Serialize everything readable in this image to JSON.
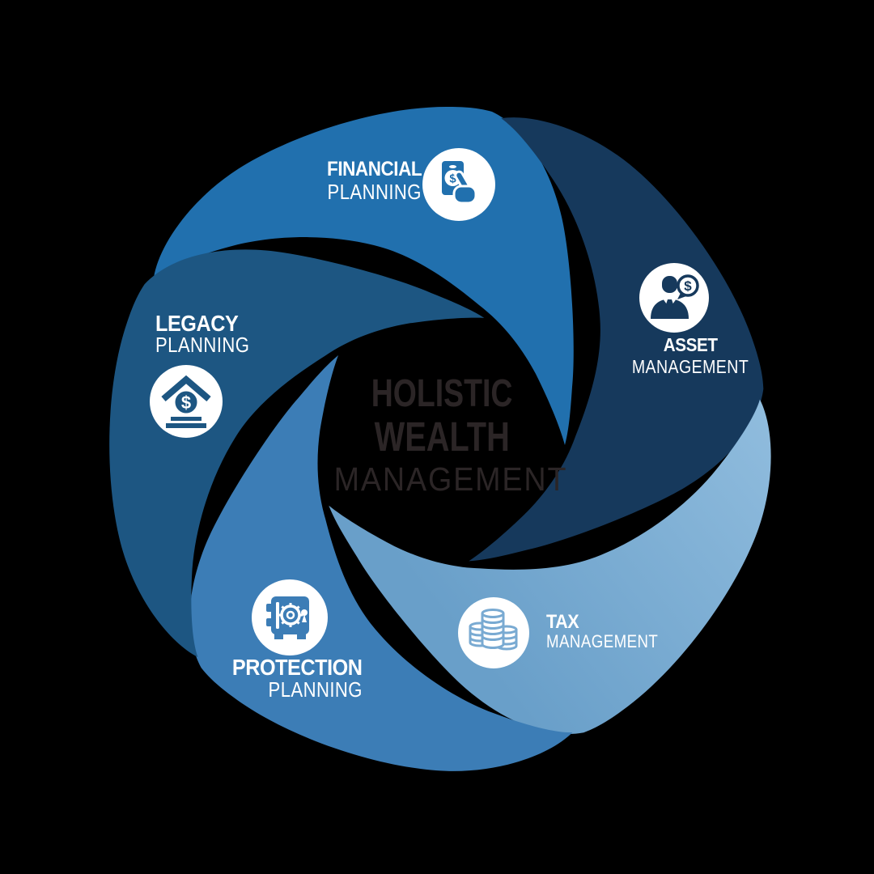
{
  "background_color": "#000000",
  "center_title": {
    "line1": "HOLISTIC",
    "line2": "WEALTH",
    "line3": "MANAGEMENT",
    "text_color": "#2b2526"
  },
  "currency_symbol": "$",
  "label_color": "#ffffff",
  "segments": [
    {
      "id": "financial-planning",
      "label_bold": "FINANCIAL",
      "label_light": "PLANNING",
      "color": "#2170ae",
      "icon": "money-in-hand-icon",
      "icon_bg": "#ffffff"
    },
    {
      "id": "asset-management",
      "label_bold": "ASSET",
      "label_light": "MANAGEMENT",
      "color": "#16395c",
      "icon": "advisor-dollar-icon",
      "icon_bg": "#ffffff"
    },
    {
      "id": "tax-management",
      "label_bold": "TAX",
      "label_light": "MANAGEMENT",
      "color": "#79aad2",
      "color_dark": "#699fc9",
      "color_light": "#91bdde",
      "icon": "coin-stacks-icon",
      "icon_bg": "#ffffff"
    },
    {
      "id": "protection-planning",
      "label_bold": "PROTECTION",
      "label_light": "PLANNING",
      "color": "#3c7db6",
      "icon": "safe-icon",
      "icon_bg": "#ffffff"
    },
    {
      "id": "legacy-planning",
      "label_bold": "LEGACY",
      "label_light": "PLANNING",
      "color": "#1d5682",
      "icon": "bank-icon",
      "icon_bg": "#ffffff"
    }
  ]
}
